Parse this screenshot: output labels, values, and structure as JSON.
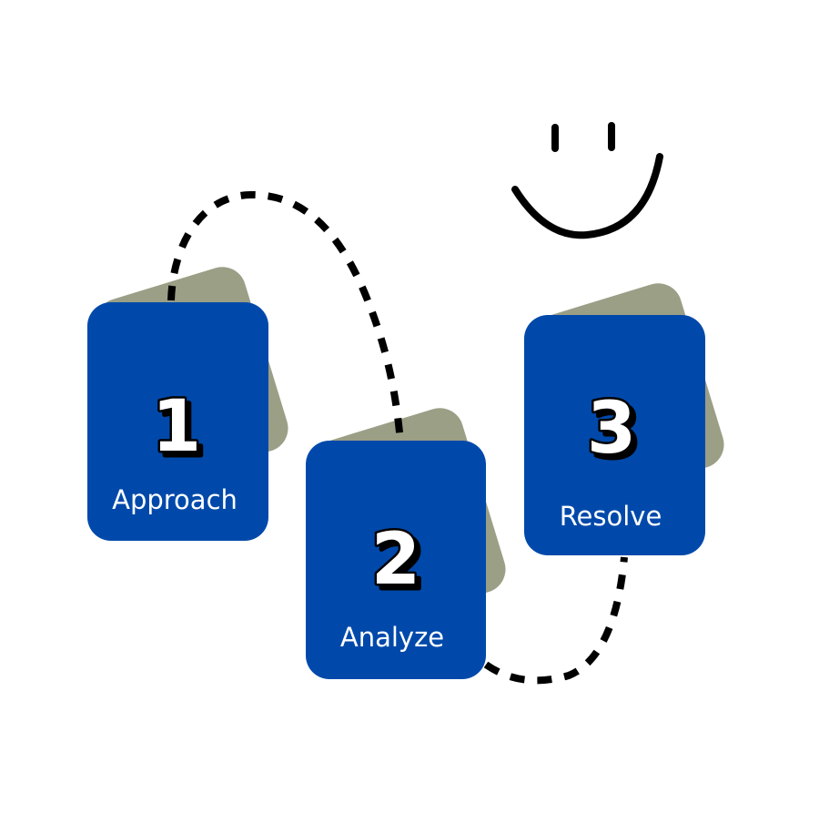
{
  "colors": {
    "card": "#0049AA",
    "back_card": "#9A9F86",
    "line": "#000000",
    "text": "#FFFFFF"
  },
  "steps": [
    {
      "number": "1",
      "label": "Approach"
    },
    {
      "number": "2",
      "label": "Analyze"
    },
    {
      "number": "3",
      "label": "Resolve"
    }
  ],
  "icons": {
    "smiley": "smiley-face-icon"
  }
}
